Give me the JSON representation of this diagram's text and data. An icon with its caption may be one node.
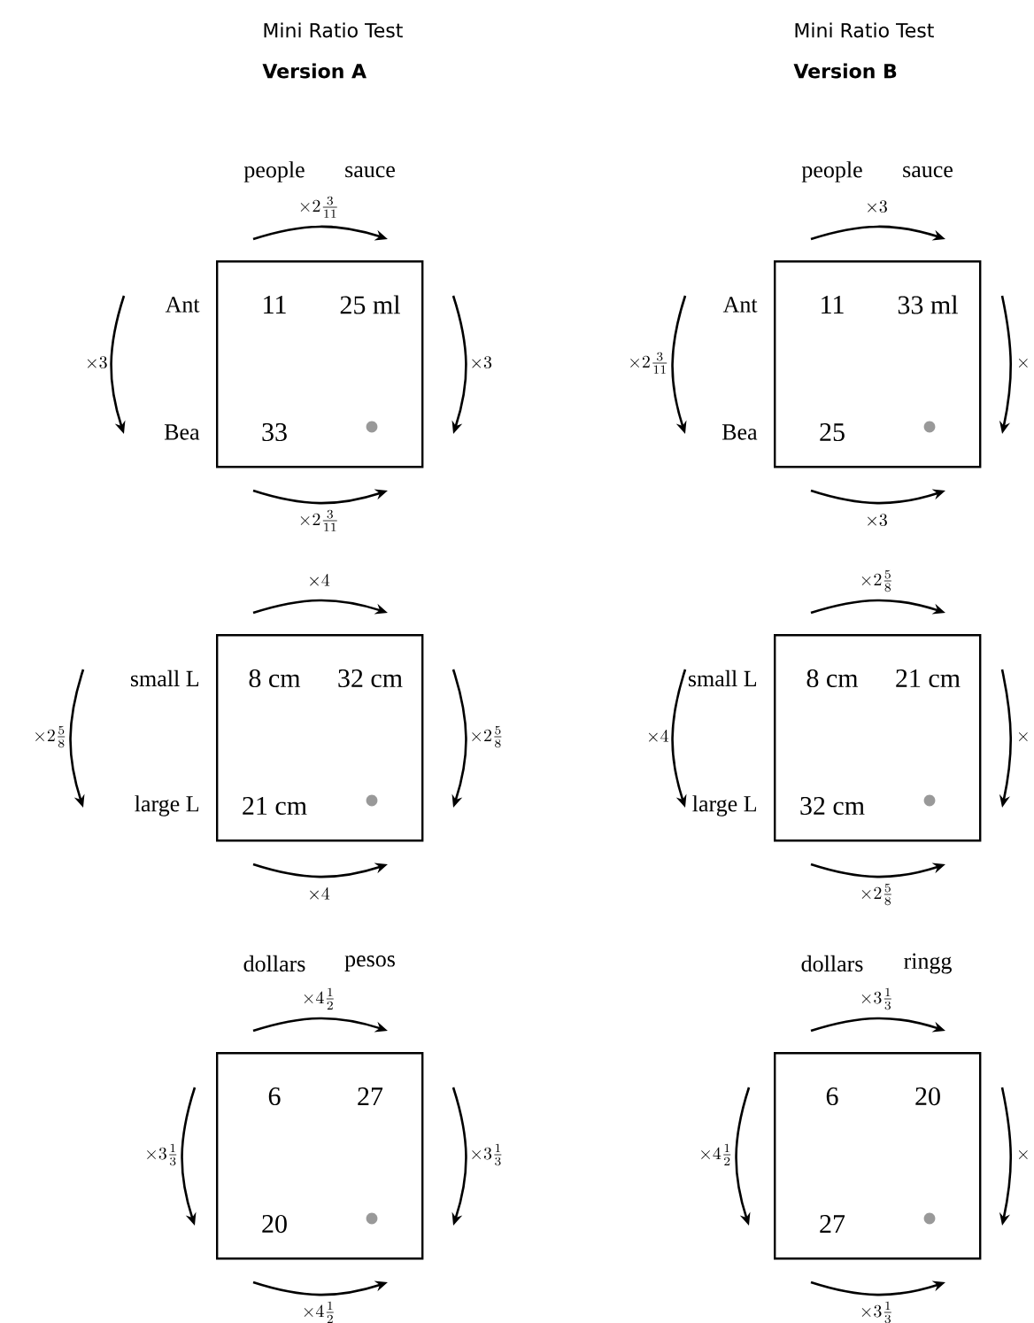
{
  "diagram": {
    "nodes": [
      {
        "text": [
          "11",
          "25 ml",
          "33"
        ]
      },
      {
        "text": [
          "11",
          "33 ml",
          "25"
        ]
      },
      {
        "text": [
          "8 cm",
          "32 cm",
          "21 cm"
        ]
      },
      {
        "text": [
          "8 cm",
          "21 cm",
          "32 cm"
        ]
      },
      {
        "text": [
          "6",
          "27",
          "20"
        ]
      },
      {
        "text": [
          "6",
          "20",
          "27"
        ]
      }
    ],
    "labels": [
      "Mini Ratio Test",
      "Version A",
      "Mini Ratio Test",
      "Version B",
      "people",
      "sauce",
      "\\times 2\\tfrac{3}{11}",
      "Ant",
      "Bea",
      "\\times 3",
      "\\times 3",
      "\\times 2\\tfrac{3}{11}",
      "people",
      "sauce",
      "\\times 3",
      "Ant",
      "Bea",
      "\\times 2\\tfrac{3}{11}",
      "\\times",
      "\\times 3",
      "\\times 4",
      "small L",
      "large L",
      "\\times 2\\tfrac{5}{8}",
      "\\times 2\\tfrac{5}{8}",
      "\\times 4",
      "\\times 2\\tfrac{5}{8}",
      "small L",
      "large L",
      "\\times 4",
      "\\times",
      "\\times 2\\tfrac{5}{8}",
      "dollars",
      "pesos",
      "\\times 4\\tfrac{1}{2}",
      "\\times 3\\tfrac{1}{3}",
      "\\times 3\\tfrac{1}{3}",
      "\\times 4\\tfrac{1}{2}",
      "dollars",
      "ringg",
      "\\times 3\\tfrac{1}{3}",
      "\\times 4\\tfrac{1}{2}",
      "\\times",
      "\\times 3\\tfrac{1}{3}"
    ]
  }
}
